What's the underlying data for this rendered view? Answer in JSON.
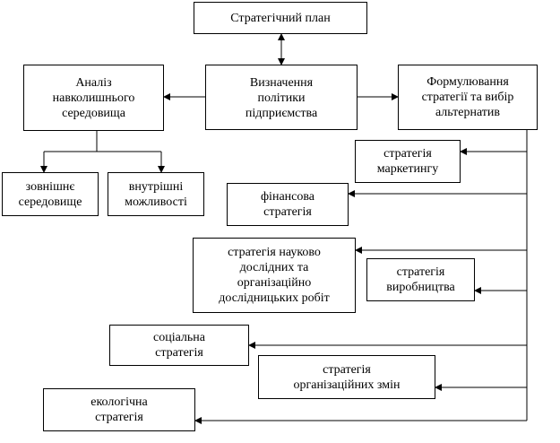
{
  "diagram": {
    "plan": [
      "Стратегічний план"
    ],
    "policy": [
      "Визначення",
      "політики",
      "підприємства"
    ],
    "analysis": [
      "Аналіз",
      "навколишнього",
      "середовища"
    ],
    "formulation": [
      "Формулювання",
      "стратегії та вибір",
      "альтернатив"
    ],
    "external": [
      "зовнішнє",
      "середовище"
    ],
    "internal": [
      "внутрішні",
      "можливості"
    ],
    "marketing": [
      "стратегія",
      "маркетингу"
    ],
    "finance": [
      "фінансова",
      "стратегія"
    ],
    "research": [
      "стратегія науково",
      "дослідних та",
      "організаційно",
      "дослідницьких робіт"
    ],
    "production": [
      "стратегія",
      "виробництва"
    ],
    "social": [
      "соціальна",
      "стратегія"
    ],
    "org_changes": [
      "стратегія",
      "організаційних змін"
    ],
    "ecology": [
      "екологічна",
      "стратегія"
    ]
  },
  "colors": {
    "line": "#000000",
    "background": "#ffffff"
  }
}
